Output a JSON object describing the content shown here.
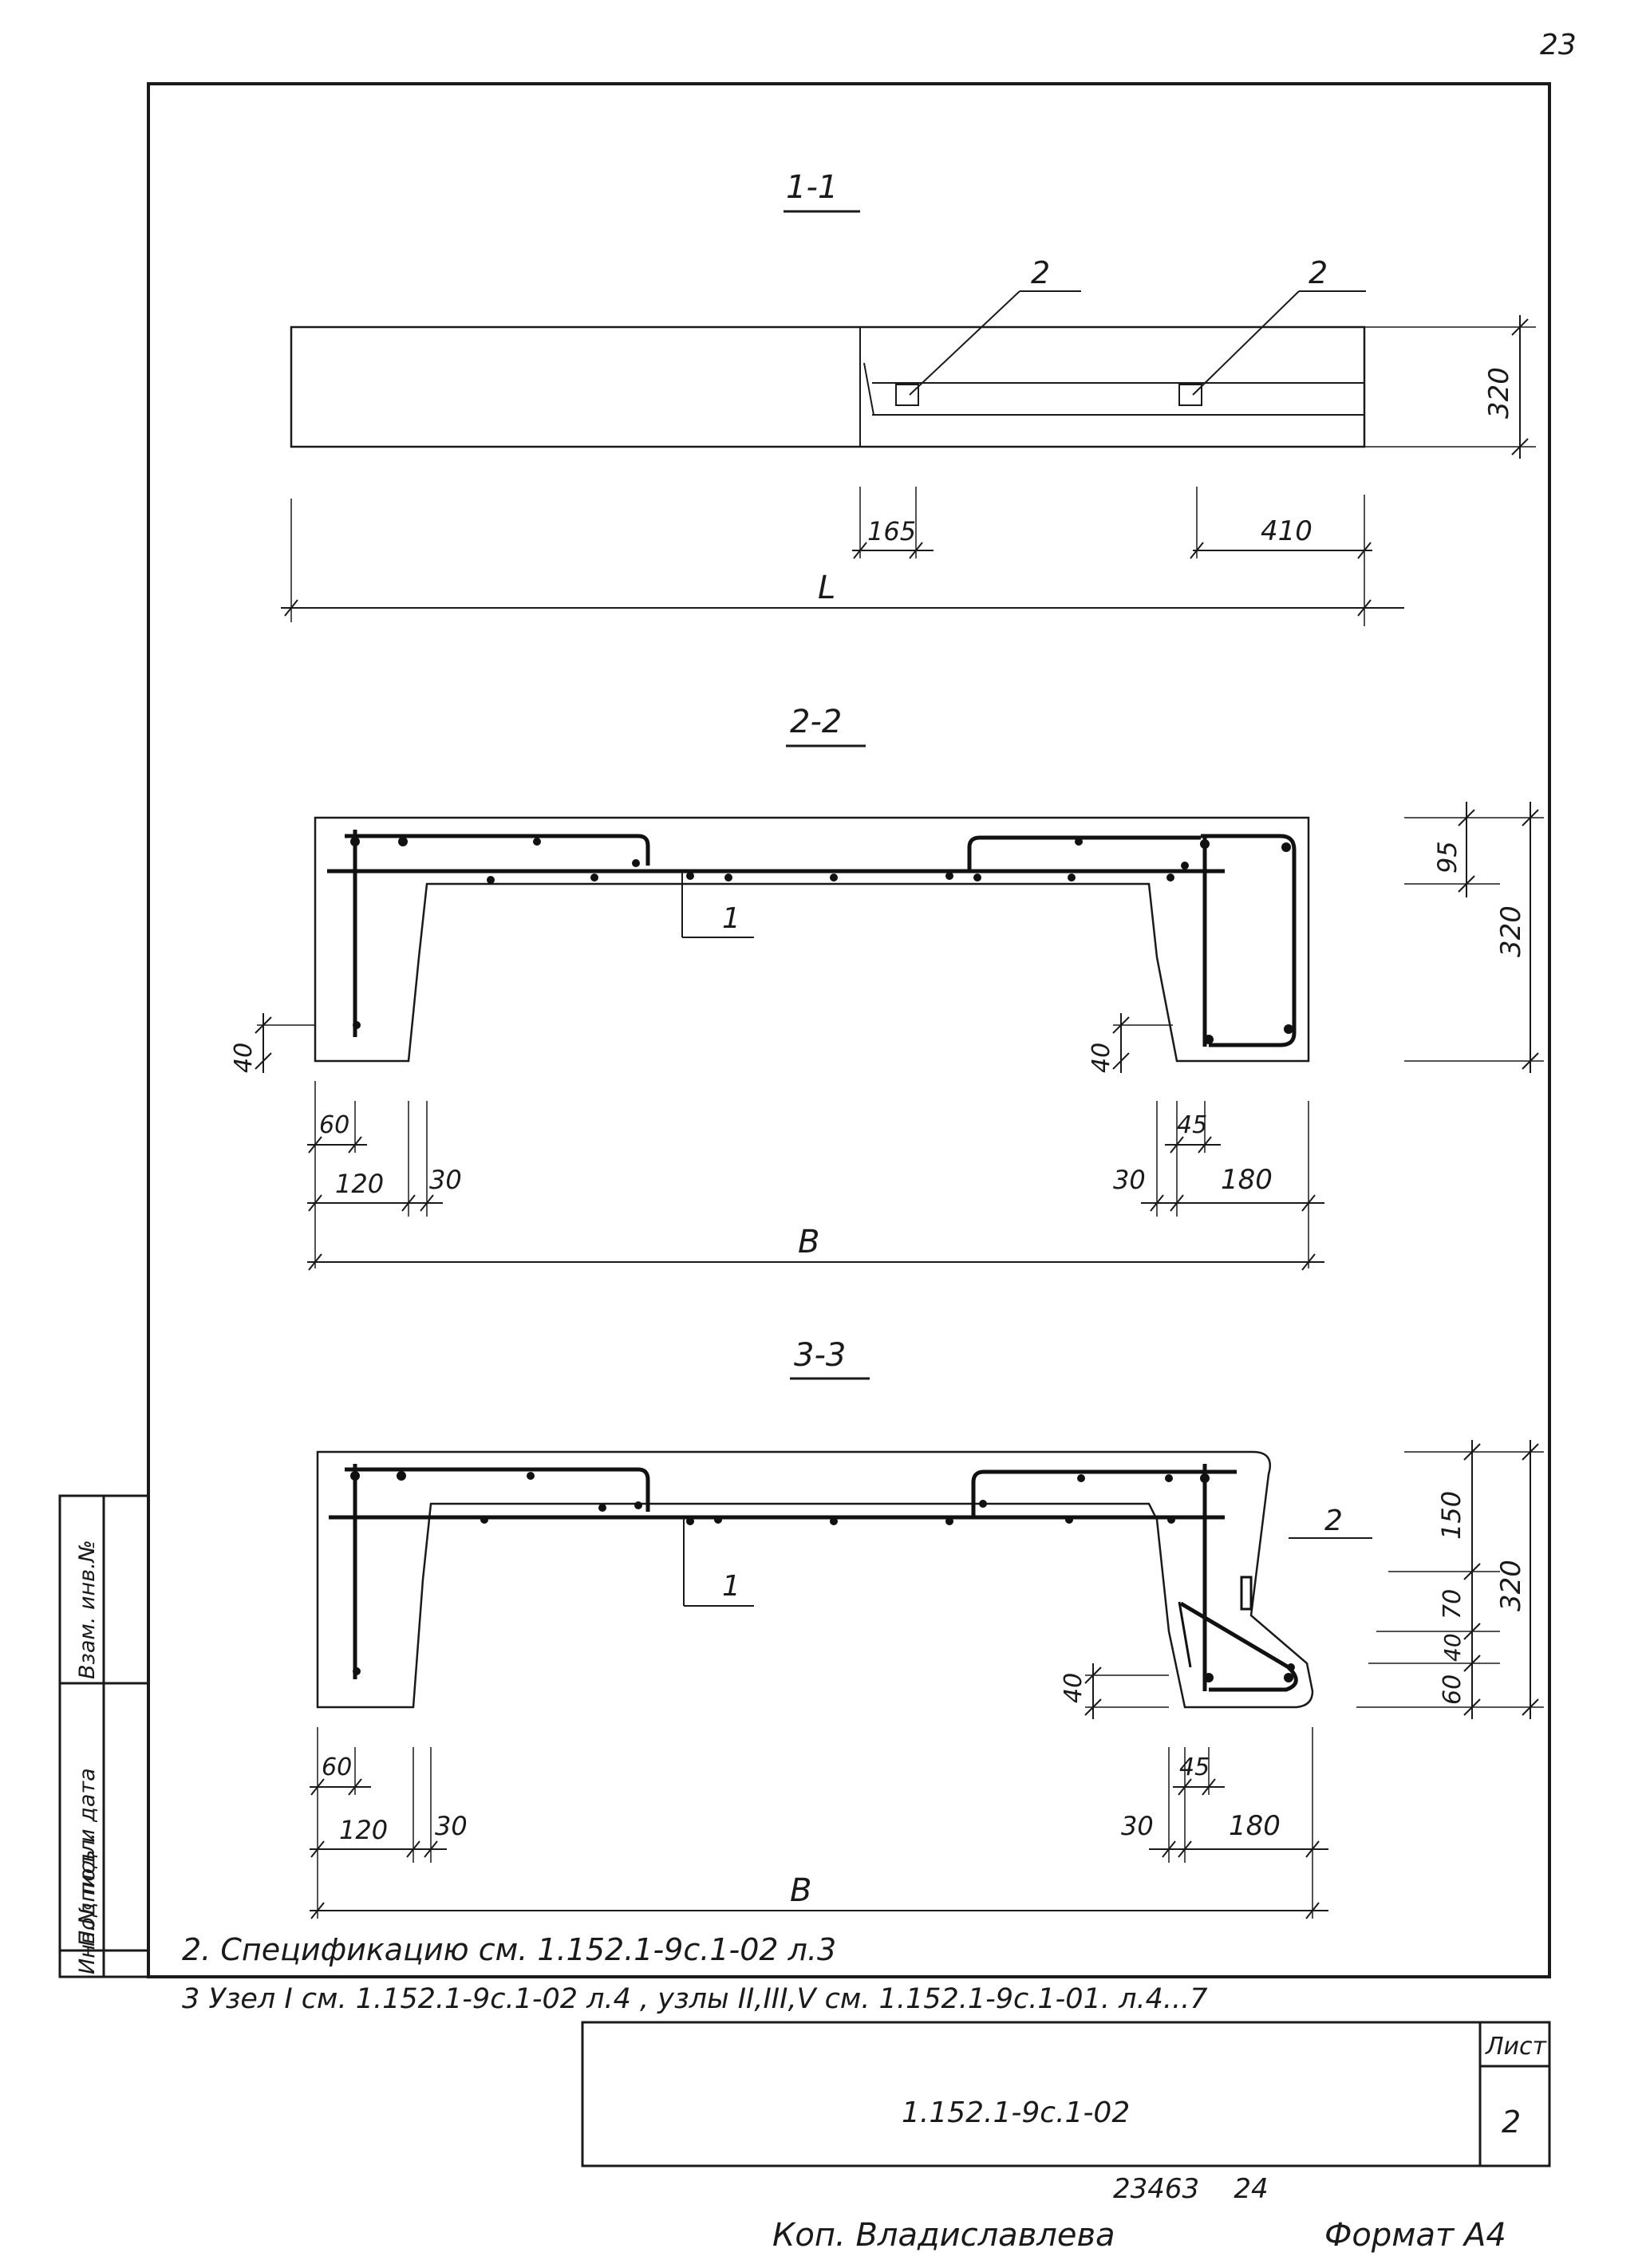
{
  "page": {
    "corner_number": "23",
    "bottom_numbers": "23463    24",
    "copied_by": "Коп. Владиславлева",
    "format": "Формат А4"
  },
  "side_stamp": {
    "field1": "Инв.№ подл.",
    "field2": "Подпись и дата",
    "field3": "Взам. инв.№"
  },
  "section_1": {
    "title": "1-1",
    "dims": {
      "height": "320",
      "left_offset": "165",
      "right_offset": "410",
      "length": "L"
    },
    "callouts": [
      "2",
      "2"
    ]
  },
  "section_2": {
    "title": "2-2",
    "dims": {
      "top_flange": "95",
      "height": "320",
      "rib_height_left": "40",
      "rib_height_right": "40",
      "left_60": "60",
      "left_120": "120",
      "left_30": "30",
      "right_45": "45",
      "right_30": "30",
      "right_180": "180",
      "width": "B"
    },
    "callout": "1"
  },
  "section_3": {
    "title": "3-3",
    "dims": {
      "top_150": "150",
      "height": "320",
      "d70": "70",
      "d40": "40",
      "d60": "60",
      "rib_height_left": "40",
      "left_60": "60",
      "left_120": "120",
      "left_30": "30",
      "right_45": "45",
      "right_30": "30",
      "right_180": "180",
      "width": "B"
    },
    "callouts": [
      "1",
      "2"
    ]
  },
  "notes": [
    "2. Спецификацию см. 1.152.1-9с.1-02 л.3",
    "3  Узел I см. 1.152.1-9с.1-02 л.4 , узлы II,III,V см. 1.152.1-9с.1-01. л.4...7"
  ],
  "title_block": {
    "doc_code": "1.152.1-9с.1-02",
    "sheet_label": "Лист",
    "sheet_number": "2"
  }
}
